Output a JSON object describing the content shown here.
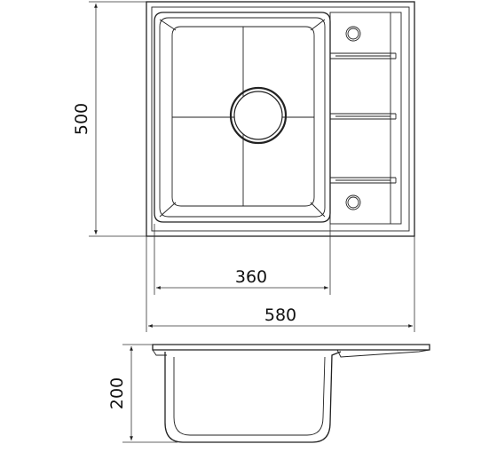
{
  "dimensions": {
    "depth": "500",
    "bowl_width": "360",
    "total_width": "580",
    "height": "200"
  },
  "colors": {
    "line": "#222222",
    "background": "#ffffff"
  }
}
